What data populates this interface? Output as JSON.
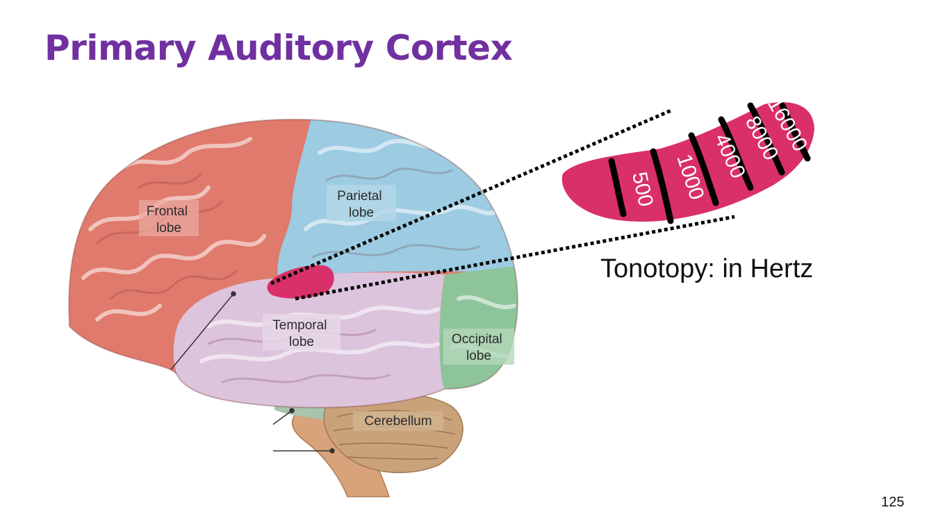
{
  "slide": {
    "title": "Primary Auditory Cortex",
    "page_number": "125"
  },
  "brain": {
    "lobes": [
      {
        "id": "frontal",
        "line1": "Frontal",
        "line2": "lobe",
        "color": "#e07a6c"
      },
      {
        "id": "parietal",
        "line1": "Parietal",
        "line2": "lobe",
        "color": "#9ccbe2"
      },
      {
        "id": "temporal",
        "line1": "Temporal",
        "line2": "lobe",
        "color": "#dcc4dd"
      },
      {
        "id": "occipital",
        "line1": "Occipital",
        "line2": "lobe",
        "color": "#8ec49a"
      }
    ],
    "cerebellum": {
      "label": "Cerebellum",
      "color": "#caa27a"
    },
    "brainstem_color": "#d8a27a",
    "auditory_cortex_color": "#d9306a"
  },
  "tonotopy": {
    "caption": "Tonotopy: in Hertz",
    "bands": [
      "500",
      "1000",
      "4000",
      "8000",
      "16000"
    ],
    "strip_color": "#d9306a"
  }
}
